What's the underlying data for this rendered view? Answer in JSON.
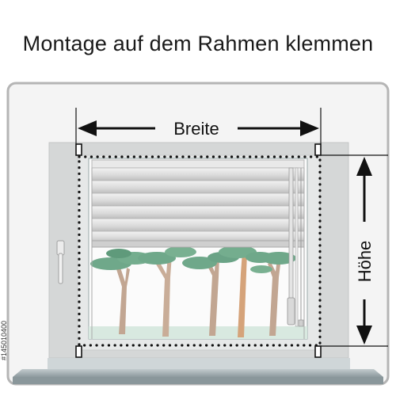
{
  "title": "Montage auf dem Rahmen klemmen",
  "dimensions": {
    "width_label": "Breite",
    "height_label": "Höhe"
  },
  "watermark_id": "#145010400",
  "colors": {
    "frame": "#b7b7b7",
    "window_frame": "#d4d6d6",
    "blind_slat": "#dedede",
    "sill": "#a3b0b3",
    "foliage": "#6fa88a",
    "trunk": "#c2a692",
    "dots": "#111111"
  }
}
